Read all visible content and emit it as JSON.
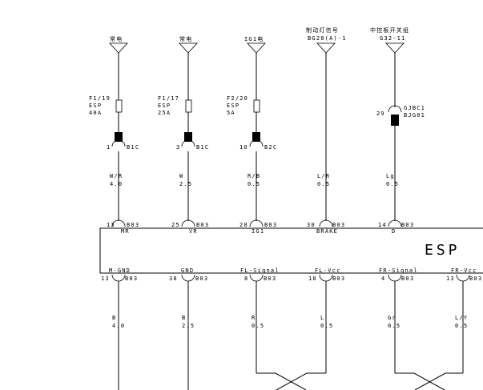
{
  "sources": [
    {
      "label": "常电",
      "fuse": [
        "F1/19",
        "ESP",
        "40A"
      ],
      "connector": {
        "pin": "1",
        "name": "B1C"
      },
      "wire": [
        "W/R",
        "4.0"
      ],
      "ecu": {
        "pin": "13",
        "name": "B03",
        "func": "MR"
      }
    },
    {
      "label": "常电",
      "fuse": [
        "F1/17",
        "ESP",
        "25A"
      ],
      "connector": {
        "pin": "3",
        "name": "B1C"
      },
      "wire": [
        "W",
        "2.5"
      ],
      "ecu": {
        "pin": "25",
        "name": "B03",
        "func": "VR"
      }
    },
    {
      "label": "IG1电",
      "fuse": [
        "F2/20",
        "ESP",
        "5A"
      ],
      "connector": {
        "pin": "10",
        "name": "B2C"
      },
      "wire": [
        "R/B",
        "0.5"
      ],
      "ecu": {
        "pin": "28",
        "name": "B03",
        "func": "IG1"
      }
    },
    {
      "label": "制动灯信号",
      "ref": "BG28(A)-1",
      "wire": [
        "L/R",
        "0.5"
      ],
      "ecu": {
        "pin": "30",
        "name": "B03",
        "func": "BRAKE"
      }
    },
    {
      "label": "中控板开关组",
      "ref": "G32-11",
      "connector": {
        "pin": "29",
        "name": "GJBC1"
      },
      "connector_alt": "BJG01",
      "wire": [
        "Lg",
        "0.5"
      ],
      "ecu": {
        "pin": "14",
        "name": "B03",
        "func": "D"
      }
    }
  ],
  "ecu_name": "ESP",
  "outputs": [
    {
      "func": "M-GND",
      "pin": "13",
      "name": "B03",
      "wire": [
        "B",
        "4.0"
      ]
    },
    {
      "func": "GND",
      "pin": "38",
      "name": "B03",
      "wire": [
        "B",
        "2.5"
      ]
    },
    {
      "func": "FL-Signal",
      "pin": "8",
      "name": "B03",
      "wire": [
        "R",
        "0.5"
      ]
    },
    {
      "func": "FL-Vcc",
      "pin": "18",
      "name": "B03",
      "wire": [
        "L",
        "0.5"
      ]
    },
    {
      "func": "FR-Signal",
      "pin": "4",
      "name": "B03",
      "wire": [
        "Gr",
        "0.5"
      ]
    },
    {
      "func": "FR-Vcc",
      "pin": "13",
      "name": "B03",
      "wire": [
        "L/Y",
        "0.5"
      ]
    }
  ]
}
